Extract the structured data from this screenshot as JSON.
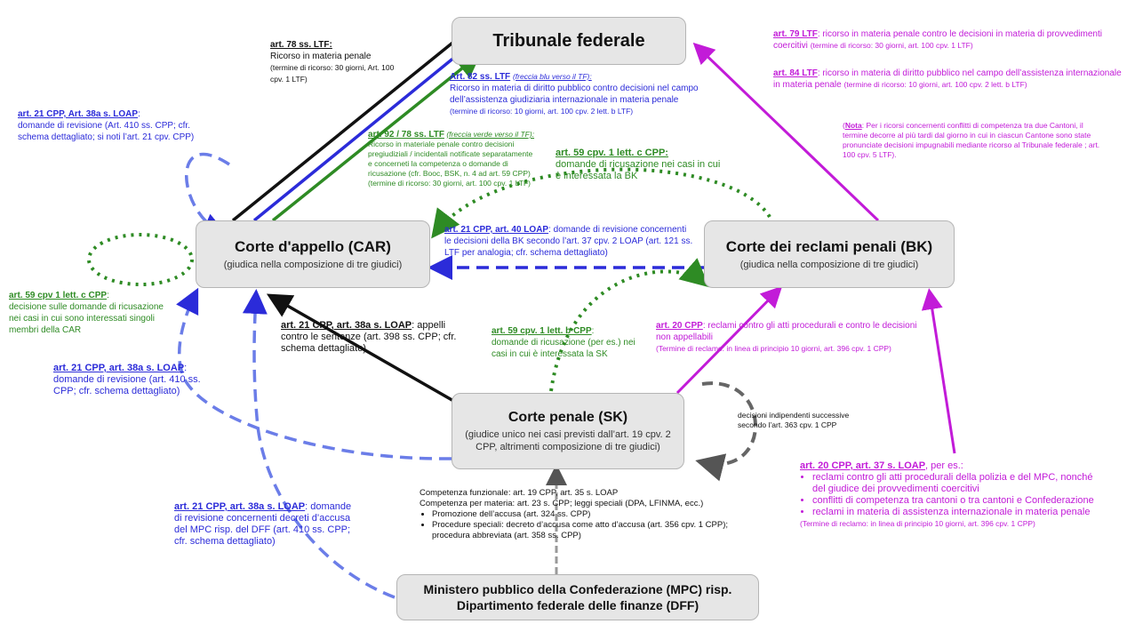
{
  "nodes": {
    "tf": {
      "title": "Tribunale federale"
    },
    "car": {
      "title": "Corte d'appello (CAR)",
      "sub": "(giudica nella composizione di tre giudici)"
    },
    "bk": {
      "title": "Corte dei reclami penali (BK)",
      "sub": "(giudica nella composizione di tre giudici)"
    },
    "sk": {
      "title": "Corte penale (SK)",
      "sub": "(giudice unico nei casi previsti dall’art. 19 cpv. 2 CPP, altrimenti composizione di tre giudici)"
    },
    "mpc": {
      "title": "Ministero pubblico della Confederazione (MPC) risp. Dipartimento federale delle finanze (DFF)"
    }
  },
  "labels": {
    "art78": {
      "head": "art. 78 ss. LTF:",
      "text": "Ricorso in materia penale",
      "small": "(termine di ricorso: 30 giorni, Art. 100 cpv. 1 LTF)"
    },
    "art82": {
      "head": "Art. 82 ss. LTF",
      "note": "(freccia blu verso il TF):",
      "text": "Ricorso in materia di diritto pubblico contro decisioni nel campo dell’assistenza giudiziaria internazionale in materia penale",
      "small": "(termine di ricorso: 10 giorni, art. 100 cpv. 2 lett. b LTF)"
    },
    "art92": {
      "head": "art. 92 / 78 ss. LTF",
      "note": "(freccia verde verso il TF):",
      "text": "Ricorso in materiale penale contro decisioni pregiudiziali / incidentali notificate separatamente e concerneti la competenza o domande di ricusazione (cfr. Booc, BSK, n. 4 ad art. 59 CPP) (termine di ricorso: 30 giorni, art. 100 cpv. 1 LTF)"
    },
    "art21top": {
      "head": "art. 21 CPP, Art. 38a s. LOAP",
      "text": "domande di revisione (Art. 410 ss. CPP; cfr. schema dettagliato; si noti l’art. 21 cpv. CPP)"
    },
    "art59c_top": {
      "head": "art. 59 cpv. 1 lett. c CPP:",
      "text": "domande di ricusazione nei casi in cui è interessata la BK"
    },
    "art21_40": {
      "head": "art. 21 CPP, art. 40 LOAP",
      "text": "domande di revisione concernenti le decisioni della BK secondo l’art. 37 cpv. 2 LOAP (art. 121 ss. LTF per analogia; cfr. schema dettagliato)"
    },
    "art59c_left": {
      "head": "art. 59 cpv 1 lett. c CPP",
      "text": "decisione sulle domande di ricusazione nei casi in cui sono interessati singoli membri della CAR"
    },
    "art21_appelli": {
      "head": "art. 21 CPP, art. 38a s. LOAP",
      "text": "appelli contro le sentenze (art. 398 ss. CPP; cfr. schema dettagliato)"
    },
    "art59b": {
      "head": "art. 59 cpv. 1 lett. b CPP",
      "text": "domande di ricusazione (per es.) nei casi in cui è interessata la SK"
    },
    "art20": {
      "head": "art. 20 CPP",
      "text": "reclami contro gli atti procedurali e contro le decisioni non appellabili",
      "small": "(Termine di reclamo: in linea di principio 10 giorni, art. 396 cpv. 1 CPP)"
    },
    "art21_mid": {
      "head": "art. 21 CPP, art. 38a s. LOAP",
      "text": "domande di revisione (art. 410 ss. CPP; cfr. schema dettagliato)"
    },
    "art21_bottom": {
      "head": "art. 21 CPP, art. 38a s. LOAP",
      "text": "domande di revisione concernenti decreti d’accusa del MPC risp. del DFF (art. 410 ss. CPP; cfr. schema dettagliato)"
    },
    "selfloop": {
      "text": "decisioni indipendenti successive secondo l’art. 363 cpv. 1 CPP"
    },
    "competenza": {
      "line1": "Competenza funzionale: art. 19 CPP, art. 35 s. LOAP",
      "line2": "Competenza per materia: art. 23 s. CPP; leggi speciali (DPA, LFINMA, ecc.)",
      "items": [
        "Promozione dell’accusa (art. 324 ss. CPP)",
        "Procedure speciali: decreto d’accusa come atto d’accusa (art. 356 cpv. 1 CPP); procedura abbreviata (art. 358 ss. CPP)"
      ]
    },
    "art79": {
      "head": "art. 79 LTF",
      "text": "ricorso in materia penale contro le decisioni in materia di provvedimenti coercitivi",
      "small": "(termine di ricorso: 30 giorni, art. 100 cpv. 1 LTF)"
    },
    "art84": {
      "head": "art. 84 LTF",
      "text": "ricorso in materia di diritto pubblico nel campo dell’assistenza internazionale in materia penale",
      "small": "(termine di ricorso: 10 giorni, art. 100 cpv. 2 lett. b LTF)"
    },
    "nota": {
      "head": "Nota",
      "text": ": Per i ricorsi concernenti conflitti di competenza tra due Cantoni, il termine decorre al più tardi dal giorno in cui in ciascun Cantone sono state pronunciate decisioni impugnabili mediante ricorso al Tribunale federale ; art. 100 cpv. 5 LTF)."
    },
    "art20_37": {
      "head": "art. 20 CPP, art. 37 s. LOAP",
      "tail": ", per es.:",
      "items": [
        "reclami contro gli atti procedurali della polizia e del MPC, nonché del giudice dei provvedimenti coercitivi",
        "conflitti di competenza tra cantoni o tra cantoni e Confederazione",
        "reclami in materia di assistenza internazionale in materia penale"
      ],
      "small": "(Termine di reclamo: in linea di principio 10 giorni, art. 396 cpv. 1 CPP)"
    }
  },
  "colors": {
    "black": "#111111",
    "blue": "#2b2bd9",
    "green": "#2e8b24",
    "magenta": "#c21bd8",
    "lightblue": "#a9b7ee",
    "grey": "#777777"
  }
}
